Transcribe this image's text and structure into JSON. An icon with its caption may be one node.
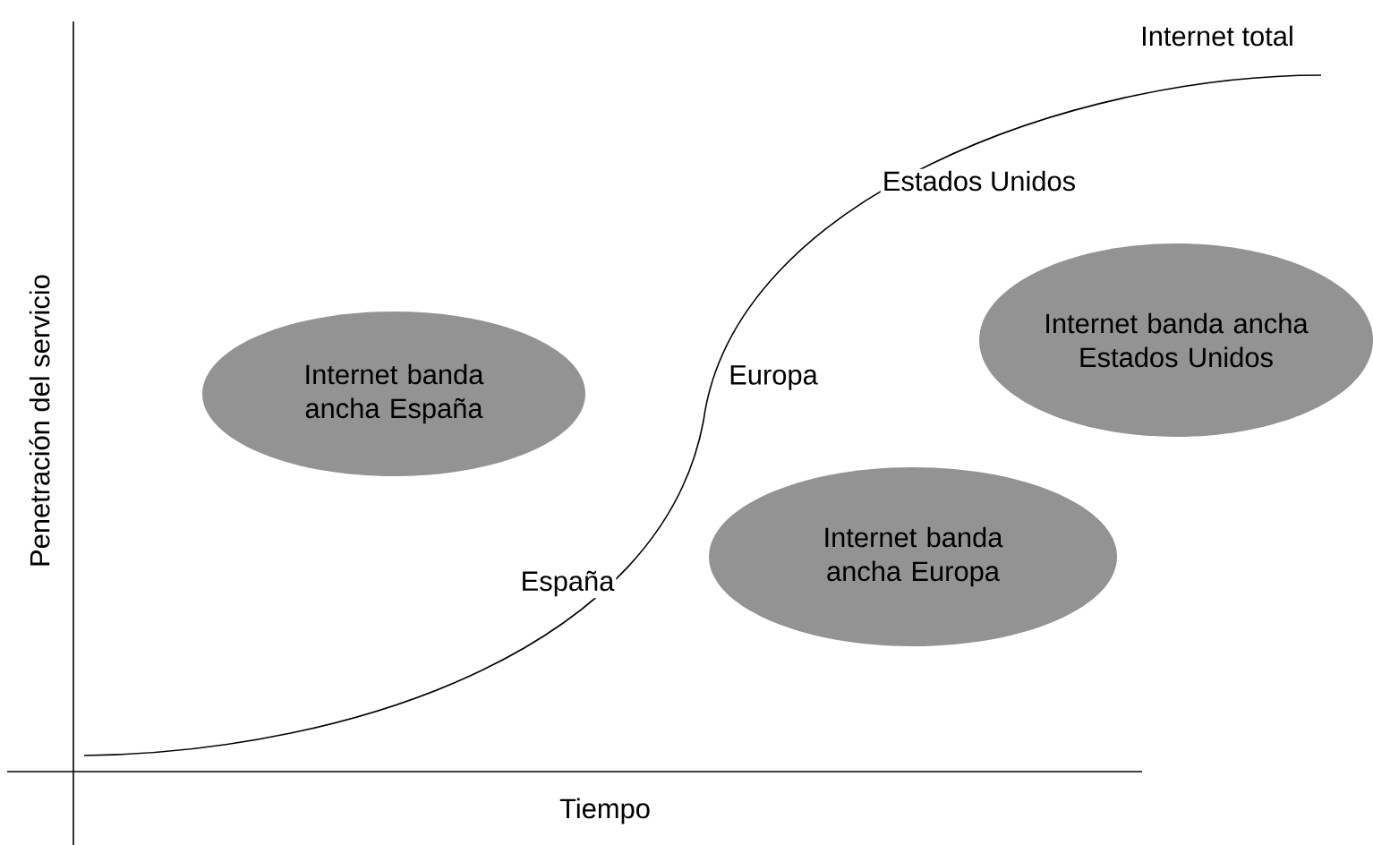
{
  "diagram": {
    "nodes": [
      {
        "text": [
          "Internet banda ancha España"
        ]
      },
      {
        "text": [
          "Internet banda ancha Europa"
        ]
      },
      {
        "text": [
          "Internet banda ancha Estados Unidos"
        ]
      }
    ],
    "labels": [
      "Internet total",
      "Estados Unidos",
      "Europa",
      "España",
      "Penetración del servicio",
      "Tiempo"
    ]
  }
}
